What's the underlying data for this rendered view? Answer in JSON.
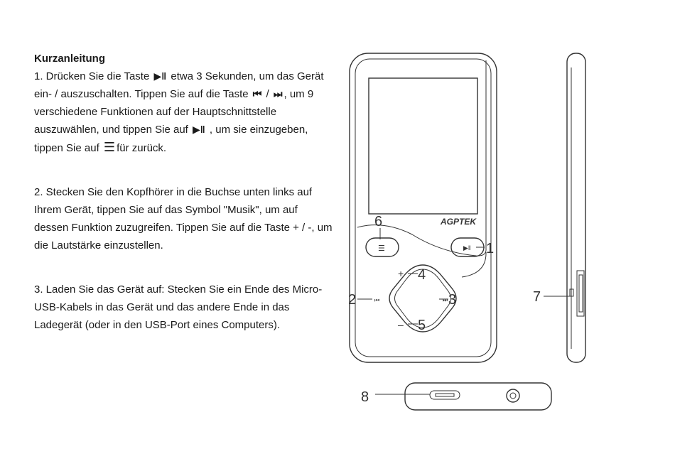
{
  "document": {
    "heading": "Kurzanleitung",
    "step1": {
      "t1": "1. Drücken Sie die Taste",
      "t2": "etwa 3 Sekunden, um das Gerät ein- / auszuschalten. Tippen Sie auf die Taste",
      "t3": "/",
      "t4": ", um 9 verschiedene Funktionen auf der Hauptschnittstelle auszuwählen, und tippen Sie auf",
      "t5": ", um sie einzugeben, tippen Sie auf",
      "t6": "für zurück."
    },
    "step2": "2. Stecken Sie den Kopfhörer in die Buchse unten links auf Ihrem Gerät, tippen Sie auf das Symbol \"Musik\", um auf dessen Funktion zuzugreifen. Tippen Sie auf die Taste + / -, um die Lautstärke einzustellen.",
    "step3": "3. Laden Sie das Gerät auf: Stecken Sie ein Ende des Micro-USB-Kabels in das Gerät und das andere Ende in das Ladegerät (oder in den USB-Port eines Computers)."
  },
  "icons": {
    "play_pause": "▶‖",
    "prev": "⏮",
    "next": "⏭",
    "menu": "☰"
  },
  "figure": {
    "brand": "AGPTEK",
    "callouts": [
      "1",
      "2",
      "3",
      "4",
      "5",
      "6",
      "7",
      "8"
    ],
    "plus": "+",
    "minus": "–"
  }
}
